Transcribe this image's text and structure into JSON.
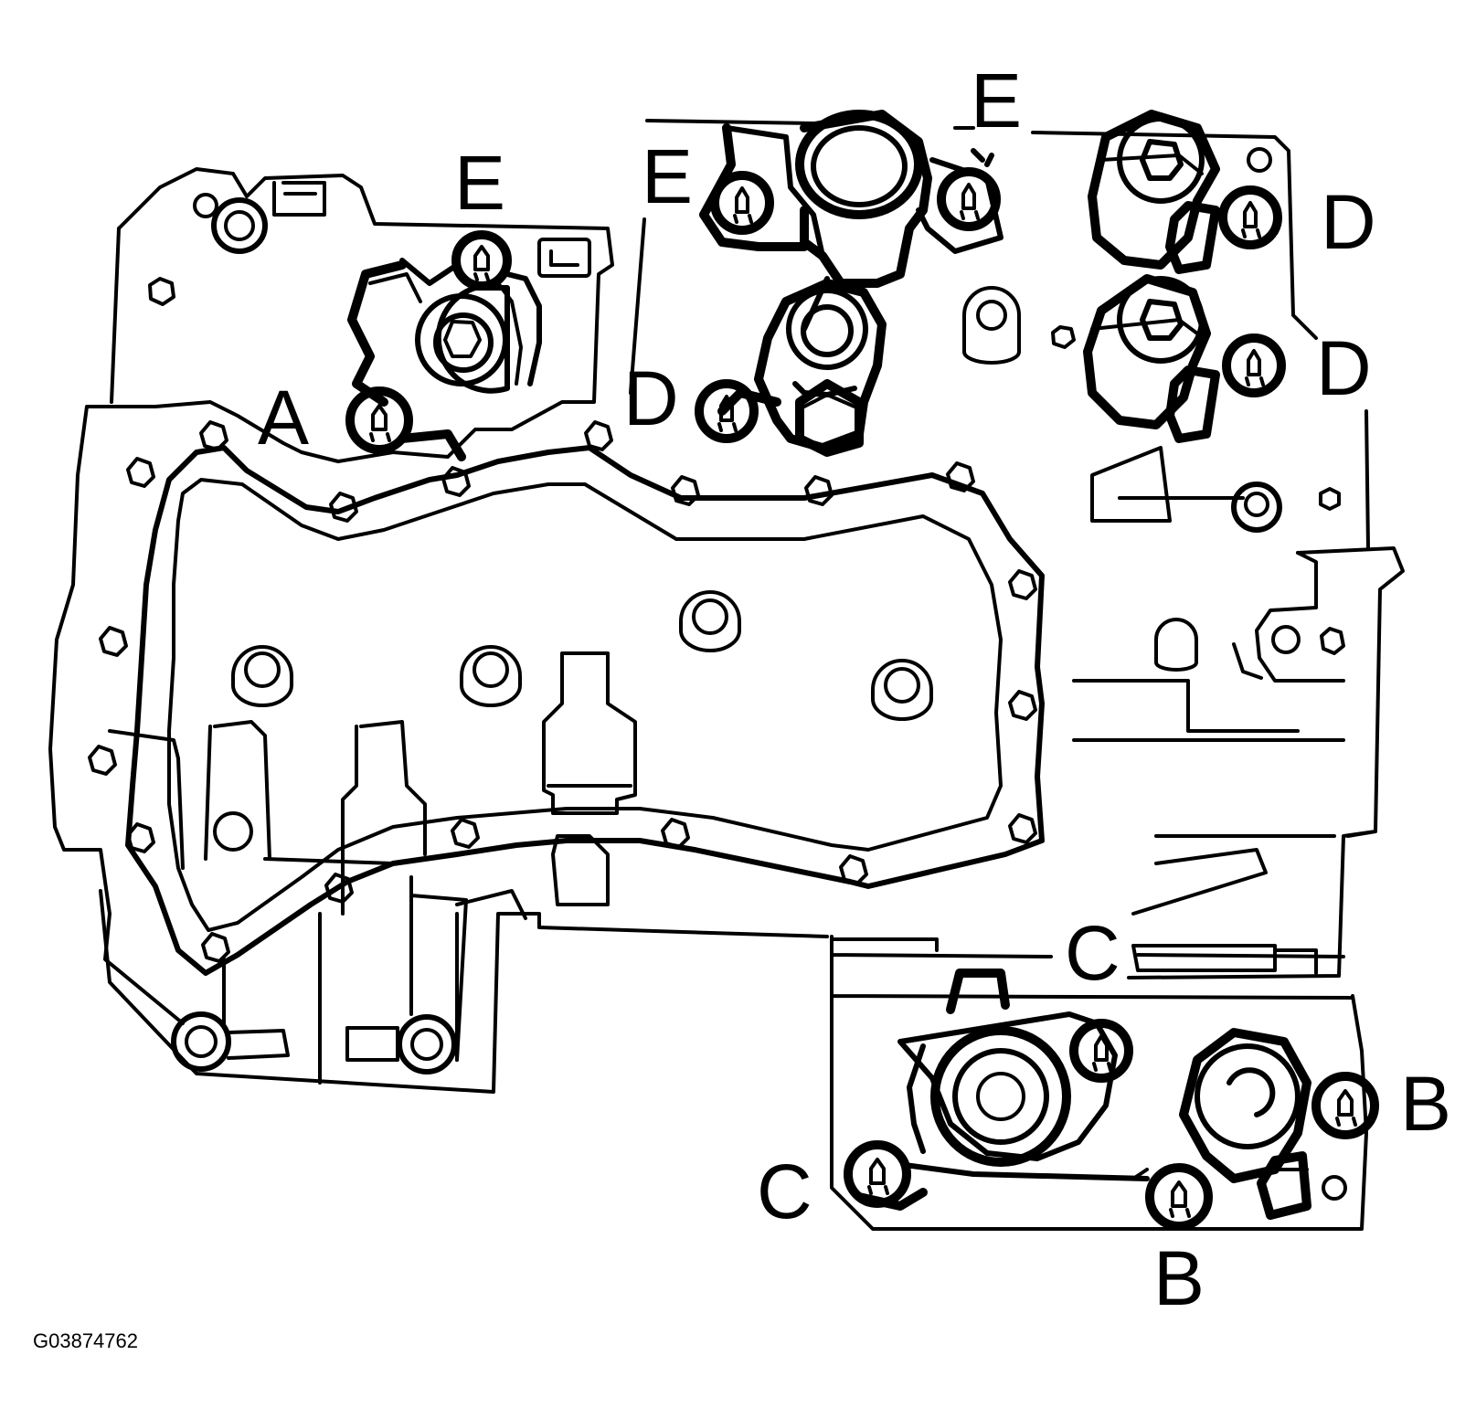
{
  "diagram": {
    "callouts": {
      "a": "A",
      "b_right": "B",
      "b_bottom": "B",
      "c_middle": "C",
      "c_left": "C",
      "d_center": "D",
      "d_upper_right": "D",
      "d_lower_right": "D",
      "e_left": "E",
      "e_middle": "E",
      "e_top": "E"
    },
    "figure_id": "G03874762",
    "colors": {
      "line": "#000000",
      "background": "#ffffff"
    }
  }
}
